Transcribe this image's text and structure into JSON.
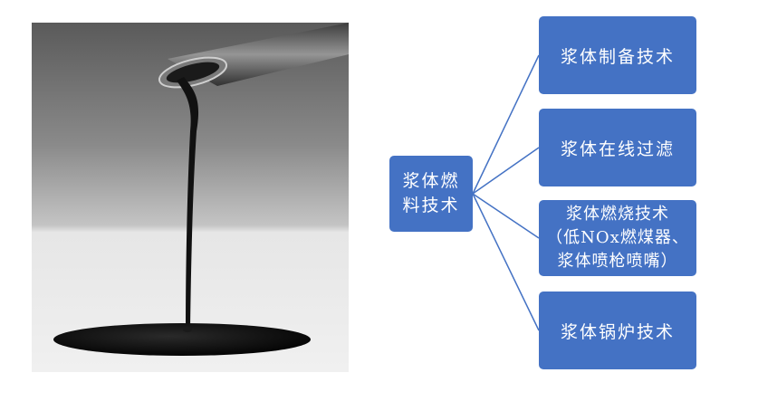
{
  "photo": {
    "subject": "slurry-pouring-from-glass-photo"
  },
  "diagram": {
    "root": {
      "label": "浆体燃\n料技术"
    },
    "children": [
      {
        "label": "浆体制备技术"
      },
      {
        "label": "浆体在线过滤"
      },
      {
        "label": "浆体燃烧技术\n（低NOx燃煤器、\n浆体喷枪喷嘴）"
      },
      {
        "label": "浆体锅炉技术"
      }
    ],
    "colors": {
      "box_fill": "#4472c4",
      "connector": "#4472c4",
      "text": "#ffffff"
    }
  }
}
